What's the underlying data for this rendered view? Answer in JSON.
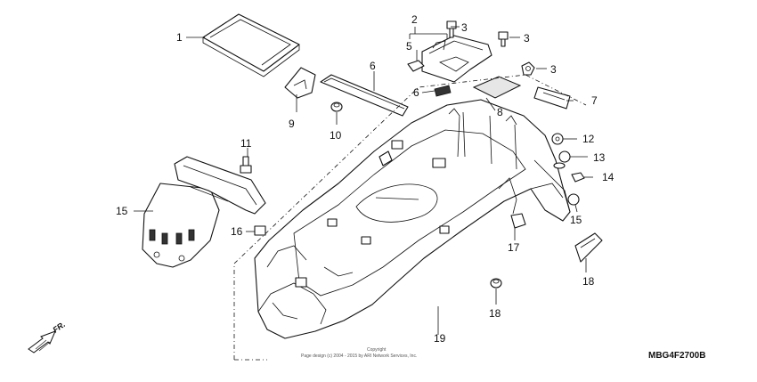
{
  "diagram": {
    "callouts": [
      "1",
      "2",
      "3",
      "3",
      "3",
      "5",
      "6",
      "6",
      "7",
      "8",
      "9",
      "10",
      "11",
      "12",
      "13",
      "14",
      "15",
      "15",
      "16",
      "17",
      "18",
      "18",
      "19"
    ],
    "direction_label": "FR.",
    "copyright_line1": "Copyright",
    "copyright_line2": "Page design (c) 2004 - 2015 by ARI Network Services, Inc.",
    "diagram_code": "MBG4F2700B"
  }
}
